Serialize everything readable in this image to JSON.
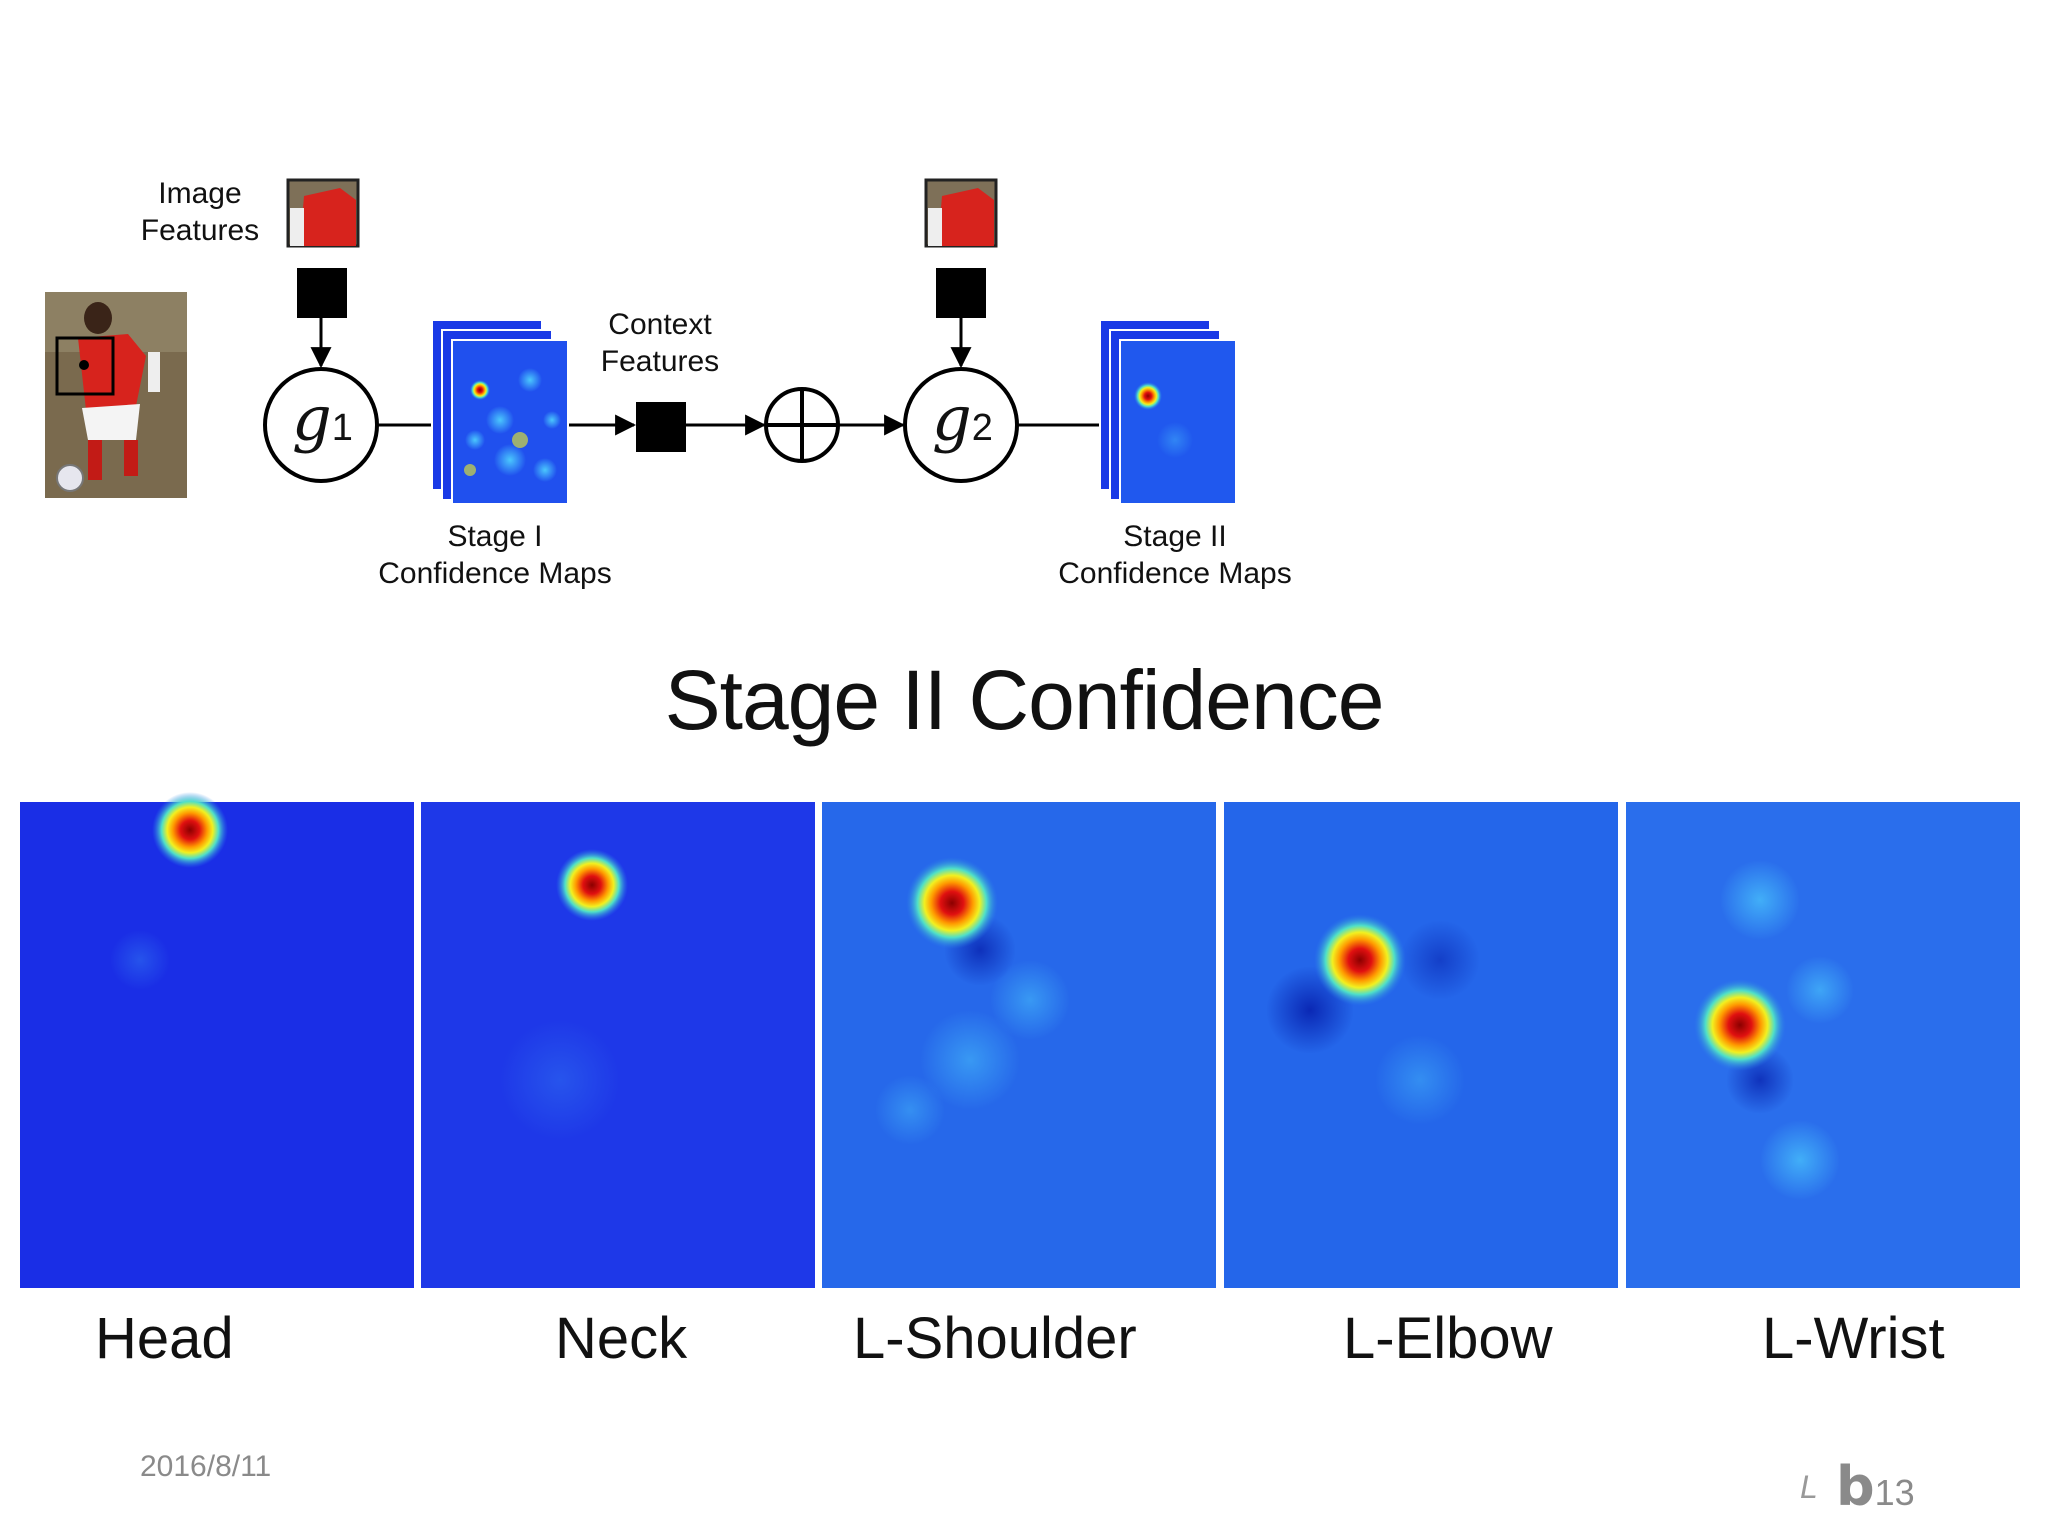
{
  "diagram": {
    "image_features_label": "Image\nFeatures",
    "context_features_label": "Context\nFeatures",
    "g1_symbol": "g",
    "g1_subscript": "1",
    "g2_symbol": "g",
    "g2_subscript": "2",
    "stage1_label": "Stage I\nConfidence Maps",
    "stage2_label": "Stage II\nConfidence Maps"
  },
  "section_title": "Stage II Confidence",
  "confidence_maps": [
    {
      "label": "Head"
    },
    {
      "label": "Neck"
    },
    {
      "label": "L-Shoulder"
    },
    {
      "label": "L-Elbow"
    },
    {
      "label": "L-Wrist"
    }
  ],
  "footer": {
    "date": "2016/8/11",
    "logo_letter": "b",
    "page_number": "13"
  },
  "colors": {
    "heatmap_low": "#1a2ee6",
    "heatmap_mid": "#2c7fe8",
    "heatmap_peak": "#b00000",
    "jersey_red": "#d7231d"
  }
}
